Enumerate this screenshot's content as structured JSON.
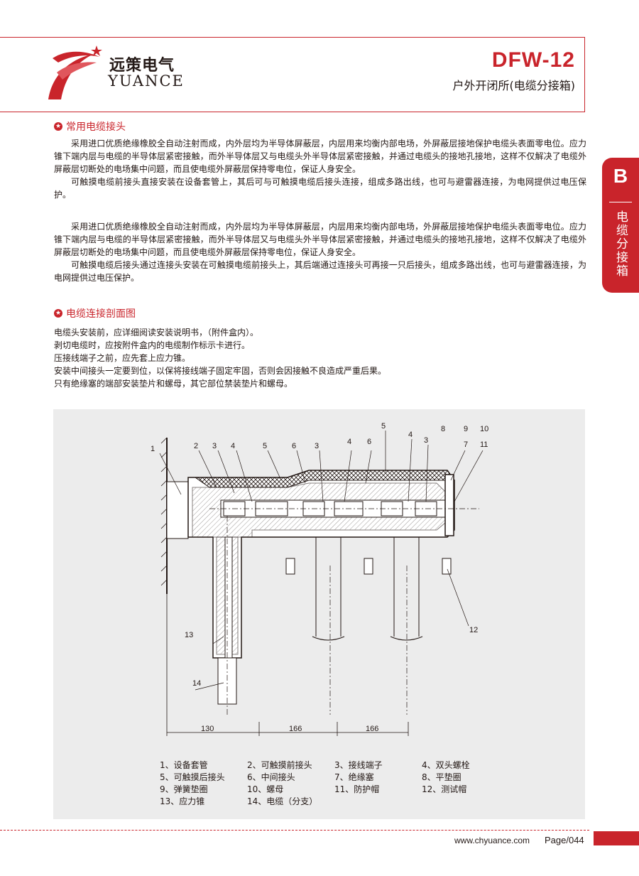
{
  "header": {
    "logo_cn": "远策电气",
    "logo_en": "YUANCE",
    "model": "DFW-12",
    "subtitle": "户外开闭所(电缆分接箱)",
    "accent_color": "#c9242b"
  },
  "side_tab": {
    "letter": "B",
    "label": "电缆分接箱"
  },
  "section1": {
    "title": "常用电缆接头",
    "block1": [
      "采用进口优质绝缘橡胶全自动注射而成，内外层均为半导体屏蔽层，内层用来均衡内部电场，外屏蔽层接地保护电缆头表面零电位。应力锥下端内层与电缆的半导体层紧密接触，而外半导体层又与电缆头外半导体层紧密接触，并通过电缆头的接地孔接地，这样不仅解决了电缆外屏蔽层切断处的电场集中问题，而且使电缆外屏蔽层保持零电位，保证人身安全。",
      "可触摸电缆前接头直接安装在设备套管上，其后可与可触摸电缆后接头连接，组成多路出线，也可与避雷器连接，为电网提供过电压保护。"
    ],
    "block2": [
      "采用进口优质绝缘橡胶全自动注射而成，内外层均为半导体屏蔽层，内层用来均衡内部电场，外屏蔽层接地保护电缆头表面零电位。应力锥下端内层与电缆的半导体层紧密接触，而外半导体层又与电缆头外半导体层紧密接触，并通过电缆头的接地孔接地，这样不仅解决了电缆外屏蔽层切断处的电场集中问题，而且使电缆外屏蔽层保持零电位，保证人身安全。",
      "可触摸电缆后接头通过连接头安装在可触摸电缆前接头上，其后端通过连接头可再接一只后接头，组成多路出线，也可与避雷器连接，为电网提供过电压保护。"
    ]
  },
  "section2": {
    "title": "电缆连接剖面图",
    "instructions": [
      "电缆头安装前，应详细阅读安装说明书，（附件盒内）。",
      "剥切电缆时，应按附件盒内的电缆制作标示卡进行。",
      "压接线端子之前，应先套上应力锥。",
      "安装中间接头一定要到位，以保将接线端子固定牢固，否则会因接触不良造成严重后果。",
      "只有绝缘塞的端部安装垫片和螺母，其它部位禁装垫片和螺母。"
    ]
  },
  "figure": {
    "callouts_top": [
      "1",
      "2",
      "3",
      "4",
      "5",
      "6",
      "3",
      "4",
      "6",
      "5",
      "4",
      "3",
      "8",
      "9",
      "10",
      "7",
      "11"
    ],
    "callouts_side": [
      "13",
      "14",
      "12"
    ],
    "dimensions": [
      "130",
      "166",
      "166"
    ],
    "legend": [
      [
        "1、设备套管",
        "2、可触摸前接头",
        "3、接线端子",
        "4、双头螺栓"
      ],
      [
        "5、可触摸后接头",
        "6、中间接头",
        "7、绝缘塞",
        "8、平垫圈"
      ],
      [
        "9、弹簧垫圈",
        "10、螺母",
        "11、防护帽",
        "12、测试帽"
      ],
      [
        "13、应力锥",
        "14、电缆（分支）",
        "",
        ""
      ]
    ]
  },
  "footer": {
    "url": "www.chyuance.com",
    "page": "Page/044"
  }
}
